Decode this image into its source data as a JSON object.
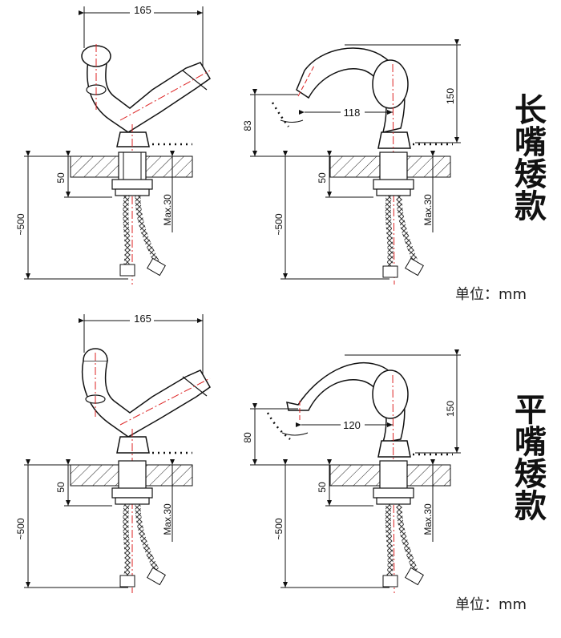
{
  "top": {
    "title": "长嘴矮款",
    "unit": "单位：mm",
    "front": {
      "width": "165",
      "deck_thickness": "50",
      "hose_length": "~500",
      "max_thickness": "Max.30"
    },
    "side": {
      "height": "150",
      "spout_reach": "118",
      "spout_height": "83",
      "deck_thickness": "50",
      "hose_length": "~500",
      "max_thickness": "Max.30"
    }
  },
  "bottom": {
    "title": "平嘴矮款",
    "unit": "单位：mm",
    "front": {
      "width": "165",
      "deck_thickness": "50",
      "hose_length": "~500",
      "max_thickness": "Max.30"
    },
    "side": {
      "height": "150",
      "spout_reach": "120",
      "spout_height": "80",
      "deck_thickness": "50",
      "hose_length": "~500",
      "max_thickness": "Max.30"
    }
  }
}
